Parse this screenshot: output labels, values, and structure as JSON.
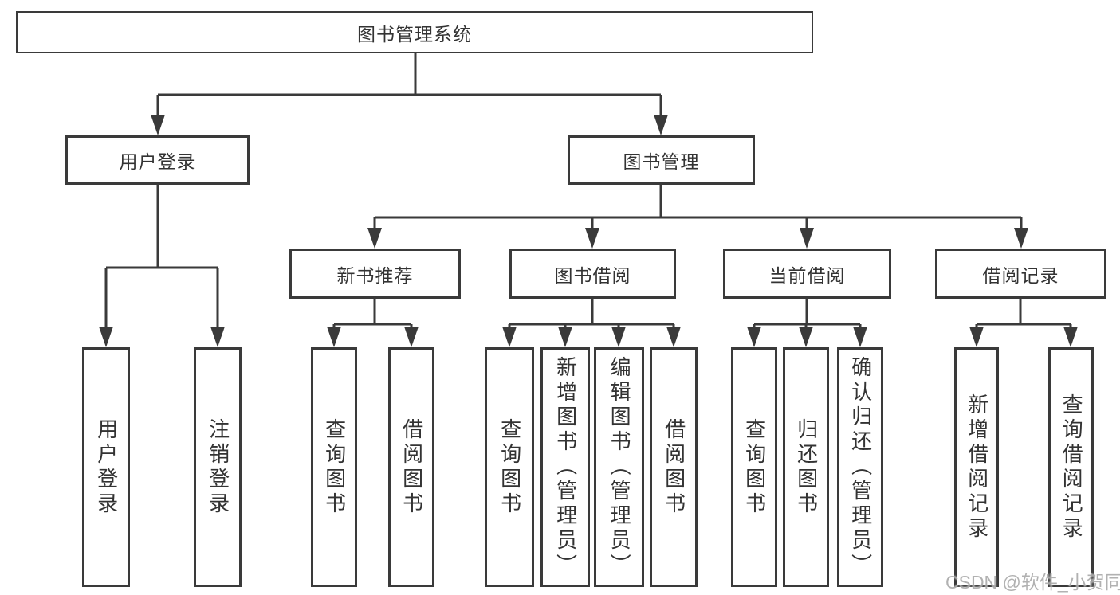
{
  "diagram": {
    "root": {
      "label": "图书管理系统"
    },
    "level2": [
      {
        "label": "用户登录"
      },
      {
        "label": "图书管理"
      }
    ],
    "level3": [
      {
        "label": "新书推荐"
      },
      {
        "label": "图书借阅"
      },
      {
        "label": "当前借阅"
      },
      {
        "label": "借阅记录"
      }
    ],
    "leaves": {
      "user_login": [
        {
          "label": "用户登录"
        },
        {
          "label": "注销登录"
        }
      ],
      "new_book": [
        {
          "label": "查询图书"
        },
        {
          "label": "借阅图书"
        }
      ],
      "book_borrow": [
        {
          "label": "查询图书"
        },
        {
          "label": "新增图书（管理员）"
        },
        {
          "label": "编辑图书（管理员）"
        },
        {
          "label": "借阅图书"
        }
      ],
      "current_borrow": [
        {
          "label": "查询图书"
        },
        {
          "label": "归还图书"
        },
        {
          "label": "确认归还（管理员）"
        }
      ],
      "borrow_records": [
        {
          "label": "新增借阅记录"
        },
        {
          "label": "查询借阅记录"
        }
      ]
    }
  },
  "watermark": {
    "text": "CSDN @软件_小贺同学"
  },
  "colors": {
    "line": "#3a3a3a",
    "text": "#333333",
    "background": "#ffffff",
    "watermark": "#ababab"
  }
}
